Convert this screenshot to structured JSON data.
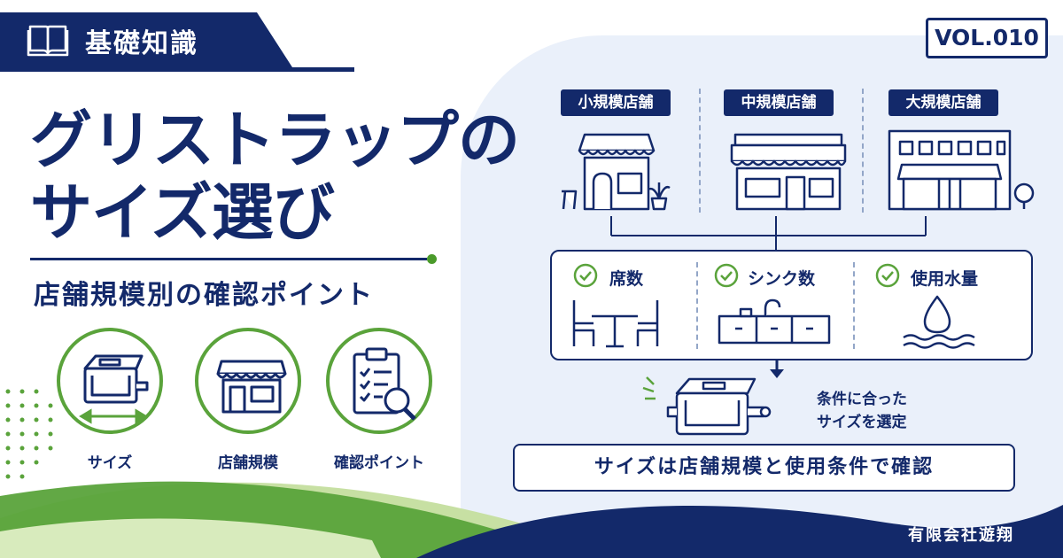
{
  "category": {
    "label": "基礎知識",
    "icon": "open-book-icon"
  },
  "volume": "VOL.010",
  "title": {
    "line1": "グリストラップの",
    "line2": "サイズ選び"
  },
  "subtitle": "店舗規模別の確認ポイント",
  "features": [
    {
      "label": "サイズ",
      "icon": "grease-trap-size-icon"
    },
    {
      "label": "店舗規模",
      "icon": "storefront-icon"
    },
    {
      "label": "確認ポイント",
      "icon": "checklist-magnifier-icon"
    }
  ],
  "store_sizes": [
    {
      "label": "小規模店舗",
      "icon": "small-shop-icon"
    },
    {
      "label": "中規模店舗",
      "icon": "medium-shop-icon"
    },
    {
      "label": "大規模店舗",
      "icon": "large-building-icon"
    }
  ],
  "conditions": [
    {
      "label": "席数",
      "icon": "table-chairs-icon"
    },
    {
      "label": "シンク数",
      "icon": "kitchen-sink-icon"
    },
    {
      "label": "使用水量",
      "icon": "water-drop-icon"
    }
  ],
  "result": {
    "line1": "条件に合った",
    "line2": "サイズを選定"
  },
  "summary": "サイズは店舗規模と使用条件で確認",
  "company": "有限会社遊翔",
  "colors": {
    "navy": "#13296a",
    "green": "#5aa33b",
    "light_green": "#b9d98f",
    "panel_blue": "#eaf0fa"
  }
}
